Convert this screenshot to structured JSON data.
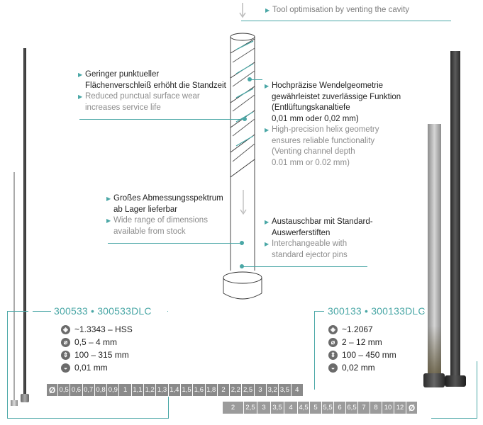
{
  "colors": {
    "accent": "#4aa7a6",
    "strip_left": "#8a8a8a",
    "strip_right": "#9b9b9b"
  },
  "header": {
    "text": "Tool optimisation by venting the cavity"
  },
  "callouts": {
    "wear": {
      "de": [
        "Geringer punktueller",
        "Flächenverschleiß erhöht die Standzeit"
      ],
      "en": [
        "Reduced punctual surface wear",
        "increases service life"
      ]
    },
    "helix": {
      "de": [
        "Hochpräzise Wendelgeometrie",
        "gewährleistet zuverlässige Funktion",
        "(Entlüftungskanaltiefe",
        "0,01 mm oder 0,02 mm)"
      ],
      "en": [
        "High-precision helix geometry",
        "ensures reliable functionality",
        "(Venting channel depth",
        "0.01 mm or 0.02 mm)"
      ]
    },
    "range": {
      "de": [
        "Großes Abmessungsspektrum",
        "ab Lager lieferbar"
      ],
      "en": [
        "Wide range of dimensions",
        "available from stock"
      ]
    },
    "exchange": {
      "de": [
        "Austauschbar mit Standard-",
        "Auswerferstiften"
      ],
      "en": [
        "Interchangeable with",
        "standard ejector pins"
      ]
    }
  },
  "products": {
    "left": {
      "title": "300533 • 300533DLC",
      "specs": [
        {
          "icon": "material-icon",
          "text": "~1.3343 – HSS"
        },
        {
          "icon": "diameter-icon",
          "text": "0,5 – 4 mm"
        },
        {
          "icon": "length-icon",
          "text": "100 – 315 mm"
        },
        {
          "icon": "depth-icon",
          "text": "0,01 mm"
        }
      ],
      "diameters": [
        "0,5",
        "0,6",
        "0,7",
        "0,8",
        "0,9",
        "1",
        "1,1",
        "1,2",
        "1,3",
        "1,4",
        "1,5",
        "1,6",
        "1,8",
        "2",
        "2,2",
        "2,5",
        "3",
        "3,2",
        "3,5",
        "4"
      ]
    },
    "right": {
      "title": "300133 • 300133DLC",
      "specs": [
        {
          "icon": "material-icon",
          "text": "~1.2067"
        },
        {
          "icon": "diameter-icon",
          "text": "2 – 12 mm"
        },
        {
          "icon": "length-icon",
          "text": "100 – 450 mm"
        },
        {
          "icon": "depth-icon",
          "text": "0,02 mm"
        }
      ],
      "diameters": [
        "2",
        "2,5",
        "3",
        "3,5",
        "4",
        "4,5",
        "5",
        "5,5",
        "6",
        "6,5",
        "7",
        "8",
        "10",
        "12"
      ]
    }
  },
  "diameter_symbol": "Ø"
}
